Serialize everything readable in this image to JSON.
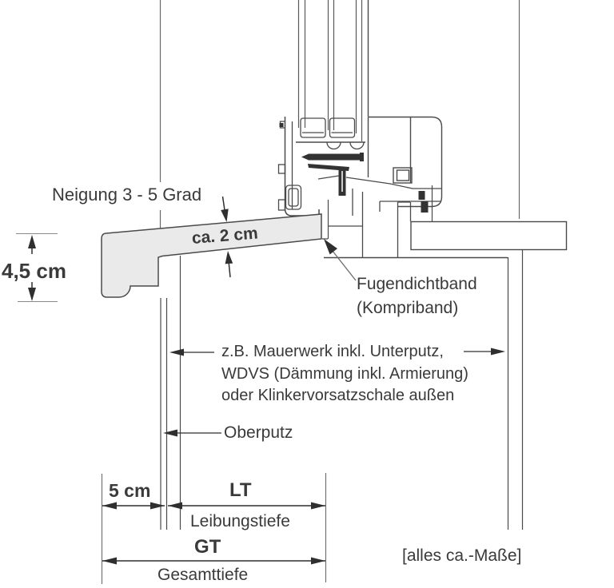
{
  "drawing": {
    "labels": {
      "slope": "Neigung 3 - 5 Grad",
      "sill_thickness": "ca. 2 cm",
      "front_height": "4,5 cm",
      "seal_line1": "Fugendichtband",
      "seal_line2": "(Kompriband)",
      "wall_note_line1": "z.B. Mauerwerk inkl. Unterputz,",
      "wall_note_line2": "WDVS (Dämmung inkl. Armierung)",
      "wall_note_line3": "oder Klinkervorsatzschale außen",
      "top_plaster": "Oberputz",
      "overhang": "5 cm",
      "reveal_abbr": "LT",
      "reveal_name": "Leibungstiefe",
      "total_abbr": "GT",
      "total_name": "Gesamttiefe",
      "note": "[alles ca.-Maße]"
    },
    "colors": {
      "line": "#4a4a4a",
      "thin_line": "#6a6a6a",
      "dark_fill": "#333333",
      "sill_fill": "#eaeaea",
      "background": "#ffffff"
    }
  }
}
